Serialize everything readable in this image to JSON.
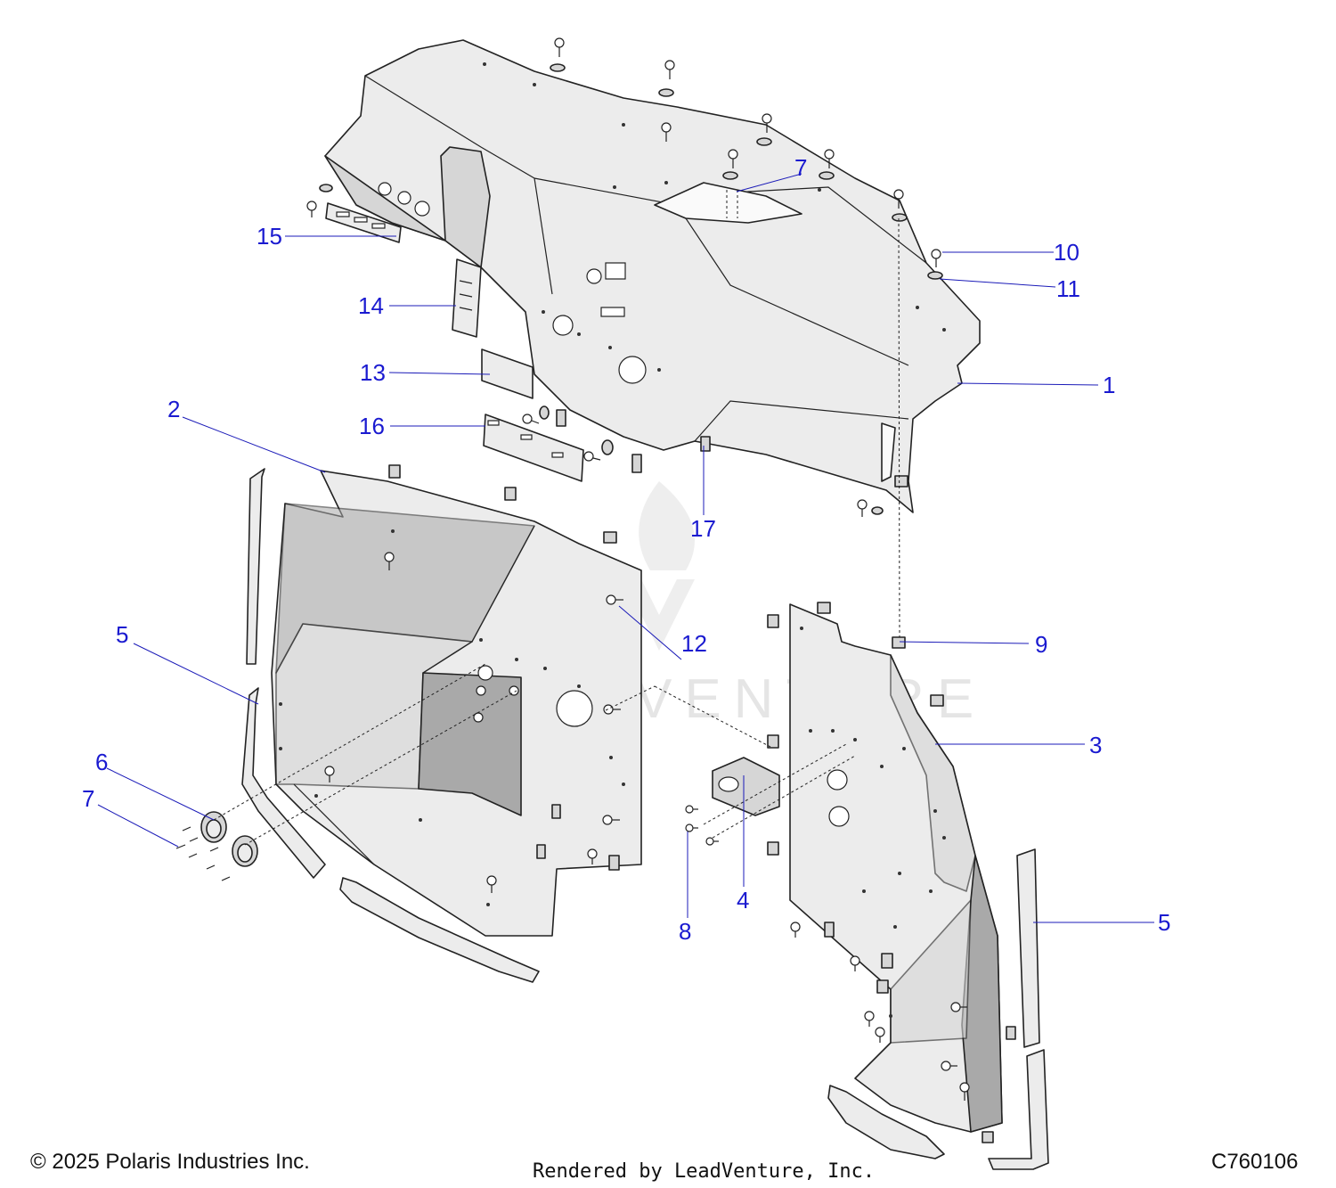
{
  "diagram": {
    "watermark": "LEADVENTURE",
    "callouts": [
      {
        "id": "c1",
        "text": "1"
      },
      {
        "id": "c2",
        "text": "2"
      },
      {
        "id": "c3",
        "text": "3"
      },
      {
        "id": "c4",
        "text": "4"
      },
      {
        "id": "c5a",
        "text": "5"
      },
      {
        "id": "c5b",
        "text": "5"
      },
      {
        "id": "c6",
        "text": "6"
      },
      {
        "id": "c7a",
        "text": "7"
      },
      {
        "id": "c7b",
        "text": "7"
      },
      {
        "id": "c8",
        "text": "8"
      },
      {
        "id": "c9",
        "text": "9"
      },
      {
        "id": "c10",
        "text": "10"
      },
      {
        "id": "c11",
        "text": "11"
      },
      {
        "id": "c12",
        "text": "12"
      },
      {
        "id": "c13",
        "text": "13"
      },
      {
        "id": "c14",
        "text": "14"
      },
      {
        "id": "c15",
        "text": "15"
      },
      {
        "id": "c16",
        "text": "16"
      },
      {
        "id": "c17",
        "text": "17"
      }
    ]
  },
  "footer": {
    "copyright": "© 2025 Polaris Industries Inc.",
    "rendered_by": "Rendered by LeadVenture, Inc.",
    "diagram_code": "C760106"
  }
}
